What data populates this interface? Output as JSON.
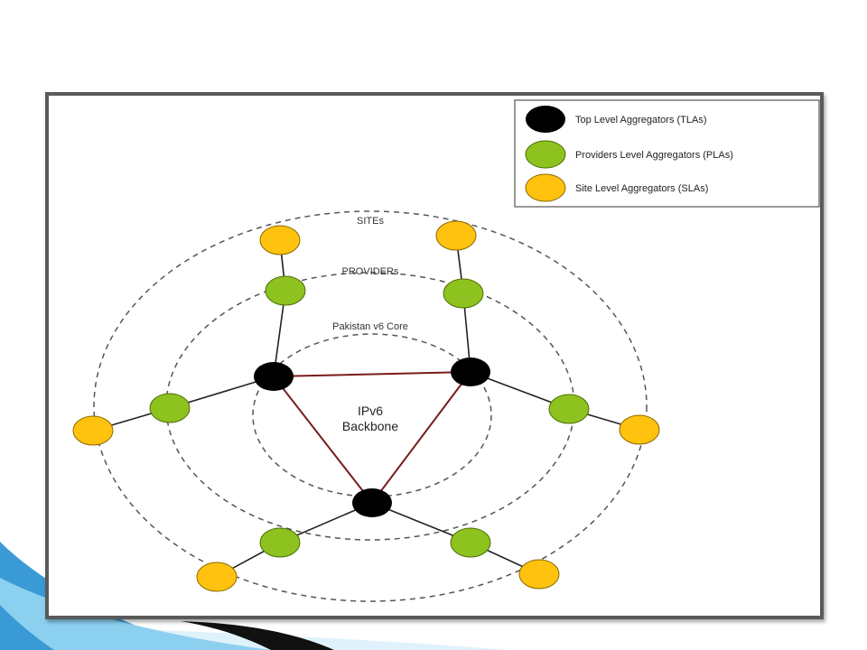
{
  "diagram": {
    "rings": {
      "sites": "SITEs",
      "providers": "PROVIDERs",
      "core": "Pakistan v6 Core"
    },
    "center_label": {
      "line1": "IPv6",
      "line2": "Backbone"
    },
    "legend": {
      "tla": "Top Level Aggregators (TLAs)",
      "pla": "Providers Level Aggregators (PLAs)",
      "sla": "Site Level Aggregators (SLAs)"
    }
  },
  "colors": {
    "tla": "#000000",
    "pla": "#8ec21f",
    "sla": "#ffc20e",
    "backbone_link": "#7a1a1a",
    "ring": "#555555",
    "link": "#222222",
    "accent_light": "#bfe3f5",
    "accent_mid": "#5fb0dc",
    "accent_dark": "#111111"
  }
}
